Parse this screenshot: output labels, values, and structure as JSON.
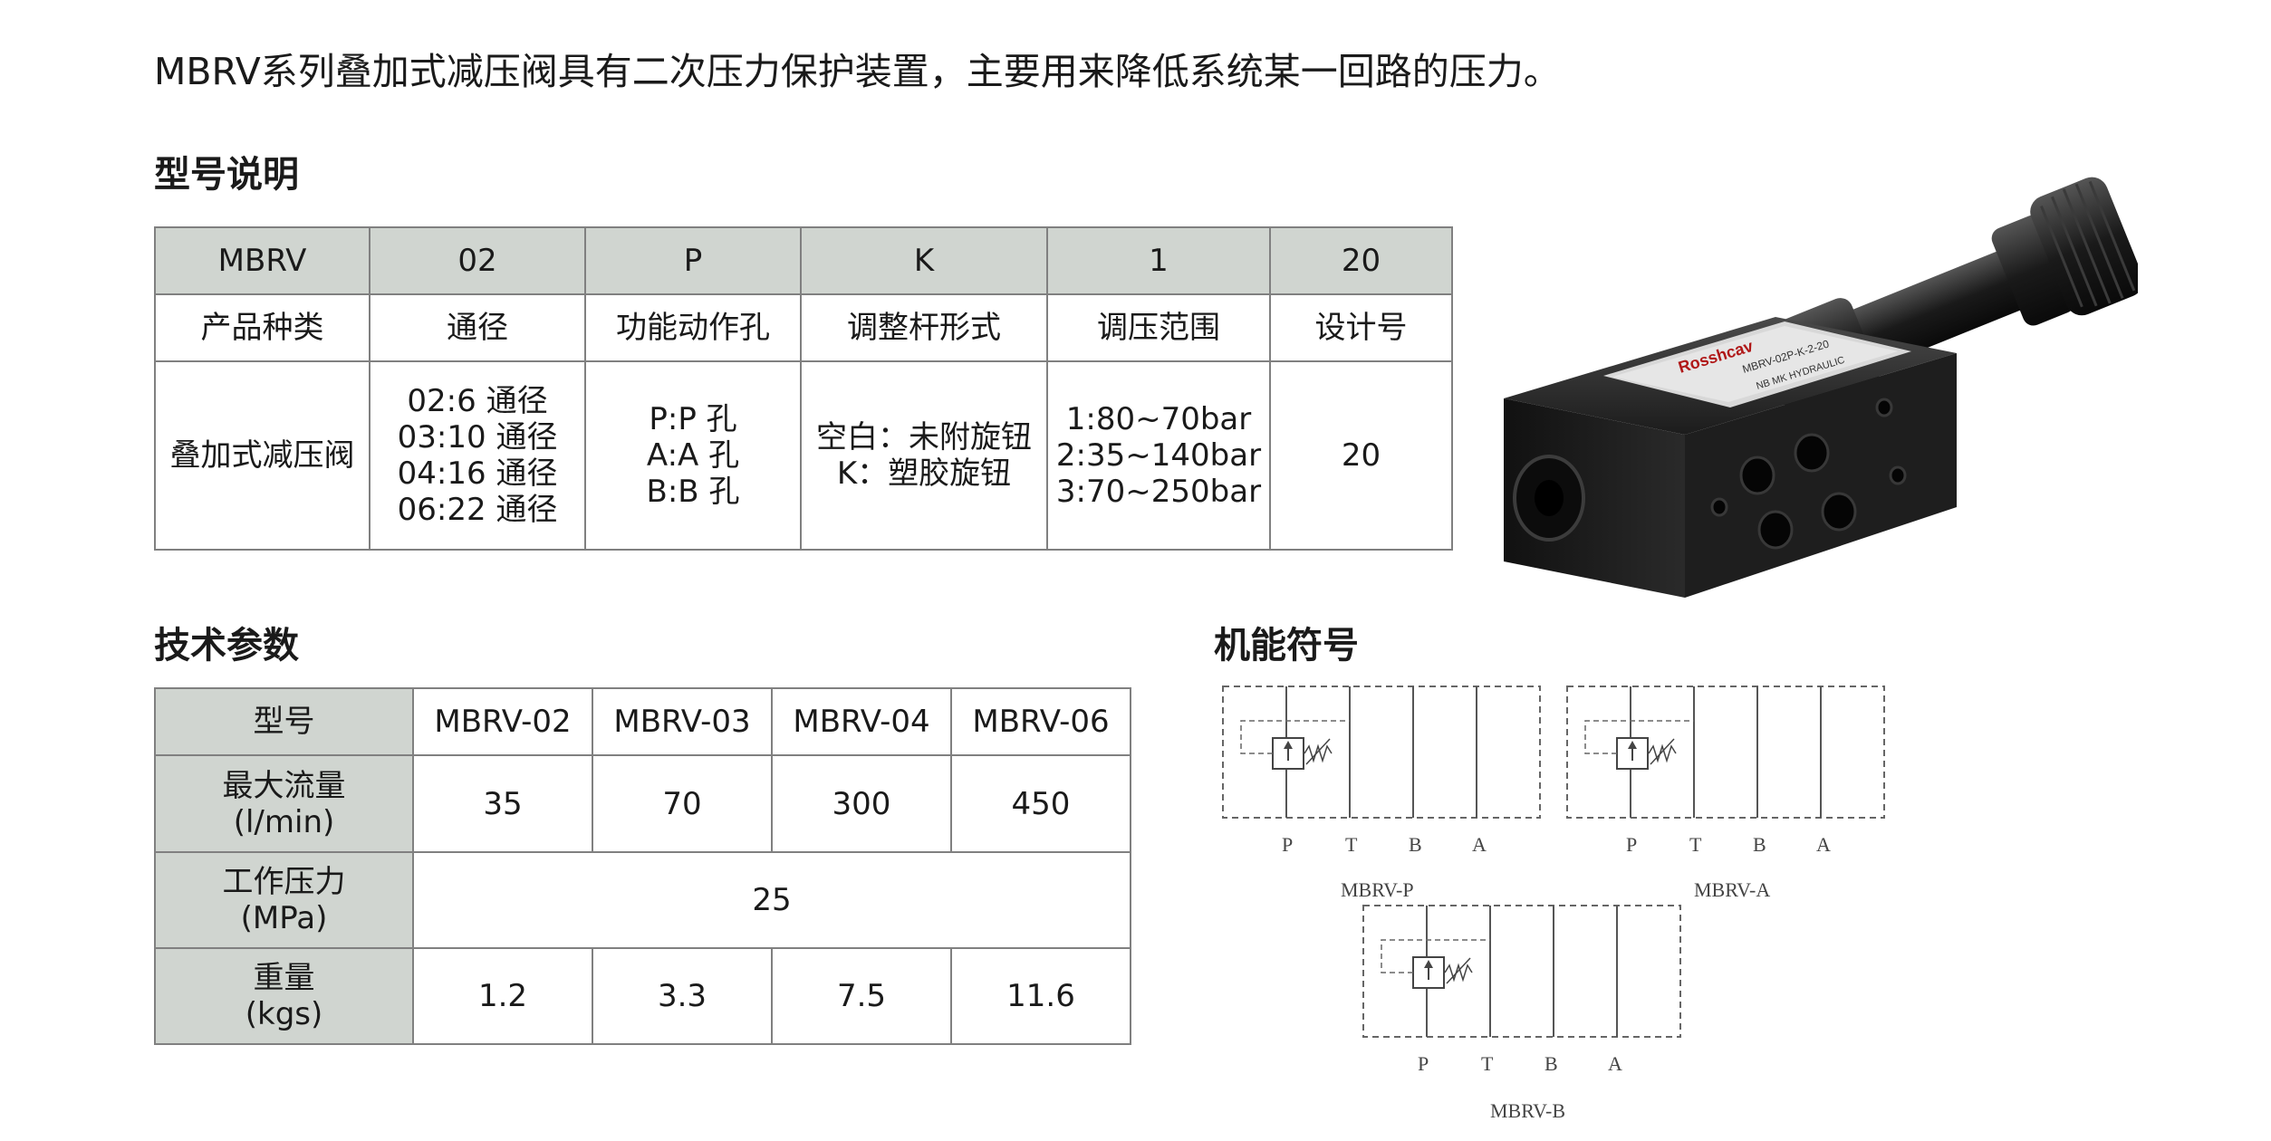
{
  "intro": "MBRV系列叠加式减压阀具有二次压力保护装置，主要用来降低系统某一回路的压力。",
  "model_section": {
    "heading": "型号说明",
    "codes": [
      "MBRV",
      "02",
      "P",
      "K",
      "1",
      "20"
    ],
    "names": [
      "产品种类",
      "通径",
      "功能动作孔",
      "调整杆形式",
      "调压范围",
      "设计号"
    ],
    "product": "叠加式减压阀",
    "sizes": [
      "02:6 通径",
      "03:10 通径",
      "04:16 通径",
      "06:22 通径"
    ],
    "ports": [
      "P:P 孔",
      "A:A 孔",
      "B:B 孔"
    ],
    "knob": [
      "空白：未附旋钮",
      "K：塑胶旋钮"
    ],
    "ranges": [
      "1:80~70bar",
      "2:35~140bar",
      "3:70~250bar"
    ],
    "design_no": "20"
  },
  "tech_section": {
    "heading": "技术参数",
    "col0": "型号",
    "models": [
      "MBRV-02",
      "MBRV-03",
      "MBRV-04",
      "MBRV-06"
    ],
    "flow": {
      "label": "最大流量",
      "unit": "(l/min)",
      "values": [
        "35",
        "70",
        "300",
        "450"
      ]
    },
    "pressure": {
      "label": "工作压力",
      "unit": "(MPa)",
      "value": "25"
    },
    "weight": {
      "label": "重量",
      "unit": "(kgs)",
      "values": [
        "1.2",
        "3.3",
        "7.5",
        "11.6"
      ]
    }
  },
  "symbol_section": {
    "heading": "机能符号",
    "ports": [
      "P",
      "T",
      "B",
      "A"
    ],
    "names": [
      "MBRV-P",
      "MBRV-A",
      "MBRV-B"
    ]
  },
  "photo": {
    "brand": "Rosshcav",
    "plate_lines": [
      "MBRV-02P-K-2-20",
      "NB MK HYDRAULIC"
    ]
  },
  "colors": {
    "header_fill": "#d0d5d0",
    "border": "#808080",
    "body": "#111111"
  }
}
